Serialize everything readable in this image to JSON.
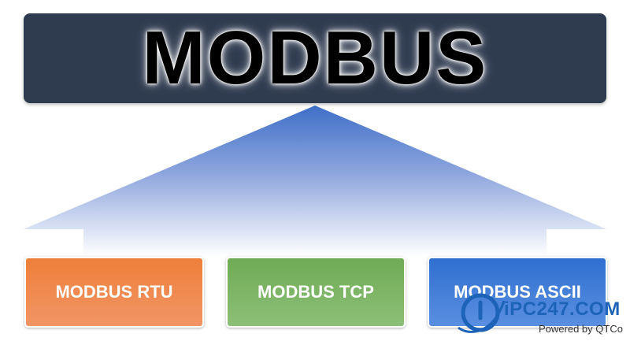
{
  "title": "MODBUS",
  "variants": [
    {
      "label": "MODBUS RTU",
      "color": "#ee7f3a"
    },
    {
      "label": "MODBUS TCP",
      "color": "#6fab55"
    },
    {
      "label": "MODBUS ASCII",
      "color": "#2f6fd0"
    }
  ],
  "watermark": {
    "brand": "iPC247.COM",
    "tagline": "Powered by QTCo"
  },
  "colors": {
    "banner": "#2f3b4f",
    "arrow_top": "#3f6fc8",
    "arrow_bottom": "#ffffff"
  }
}
